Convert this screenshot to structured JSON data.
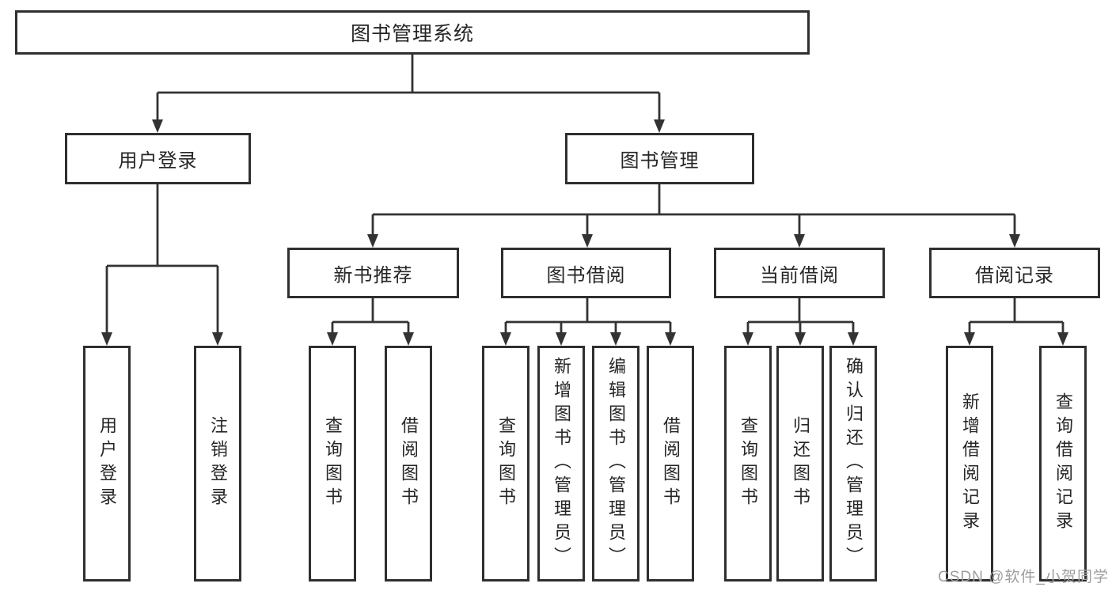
{
  "theme": {
    "line_color": "#333333",
    "box_border_color": "#2f2f2f",
    "text_color": "#262626",
    "watermark_color": "#9e9e9e",
    "background": "#ffffff"
  },
  "watermark": {
    "text": "CSDN @软件_小贺同学"
  },
  "tree": {
    "label": "图书管理系统",
    "children": [
      {
        "label": "用户登录",
        "children": [
          {
            "label": "用户登录"
          },
          {
            "label": "注销登录"
          }
        ]
      },
      {
        "label": "图书管理",
        "children": [
          {
            "label": "新书推荐",
            "children": [
              {
                "label": "查询图书"
              },
              {
                "label": "借阅图书"
              }
            ]
          },
          {
            "label": "图书借阅",
            "children": [
              {
                "label": "查询图书"
              },
              {
                "label": "新增图书（管理员）"
              },
              {
                "label": "编辑图书（管理员）"
              },
              {
                "label": "借阅图书"
              }
            ]
          },
          {
            "label": "当前借阅",
            "children": [
              {
                "label": "查询图书"
              },
              {
                "label": "归还图书"
              },
              {
                "label": "确认归还（管理员）"
              }
            ]
          },
          {
            "label": "借阅记录",
            "children": [
              {
                "label": "新增借阅记录"
              },
              {
                "label": "查询借阅记录"
              }
            ]
          }
        ]
      }
    ]
  }
}
